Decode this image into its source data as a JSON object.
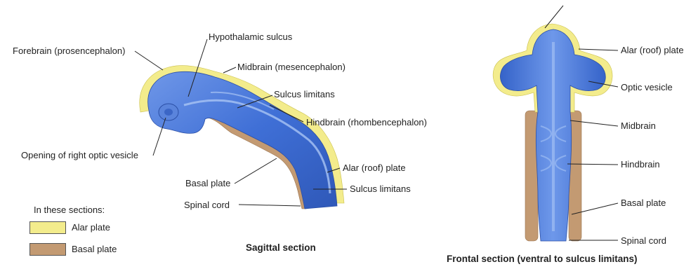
{
  "labels": {
    "forebrain": "Forebrain (prosencephalon)",
    "hypothalamic_sulcus": "Hypothalamic sulcus",
    "midbrain_mesencephalon": "Midbrain (mesencephalon)",
    "sulcus_limitans_1": "Sulcus limitans",
    "hindbrain_rhombencephalon": "Hindbrain (rhombencephalon)",
    "opening_optic_vesicle": "Opening of right optic vesicle",
    "alar_roof_plate_1": "Alar (roof) plate",
    "basal_plate_1": "Basal plate",
    "sulcus_limitans_2": "Sulcus limitans",
    "spinal_cord_1": "Spinal cord",
    "alar_roof_plate_2": "Alar (roof) plate",
    "optic_vesicle": "Optic vesicle",
    "midbrain": "Midbrain",
    "hindbrain": "Hindbrain",
    "basal_plate_2": "Basal plate",
    "spinal_cord_2": "Spinal cord"
  },
  "captions": {
    "sagittal": "Sagittal section",
    "frontal": "Frontal section (ventral to sulcus limitans)"
  },
  "legend": {
    "title": "In these sections:",
    "items": [
      {
        "label": "Alar plate",
        "color": "#f3ec8c"
      },
      {
        "label": "Basal plate",
        "color": "#c39a72"
      }
    ]
  },
  "colors": {
    "tissue_blue": "#3f6fd6",
    "tissue_light": "#8fb2ee",
    "alar": "#f3ec8c",
    "basal": "#c39a72",
    "leader": "#222222"
  }
}
